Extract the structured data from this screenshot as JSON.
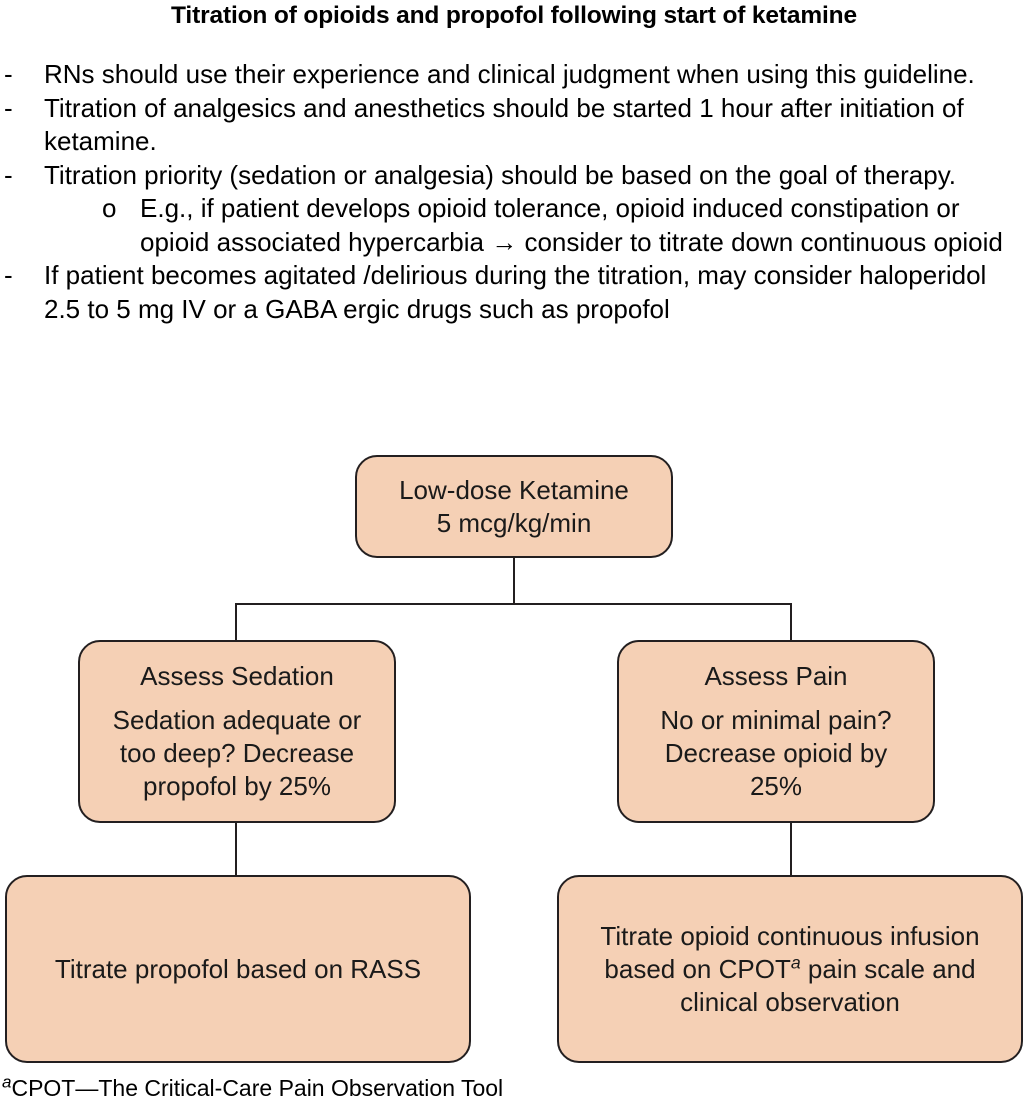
{
  "title": "Titration of opioids and propofol following start of ketamine",
  "bullets": [
    {
      "level": 1,
      "marker": "-",
      "text": "RNs should use their experience and clinical judgment when using this guideline."
    },
    {
      "level": 1,
      "marker": "-",
      "text": "Titration of analgesics and anesthetics should be started 1 hour after initiation of ketamine."
    },
    {
      "level": 1,
      "marker": "-",
      "text": "Titration priority (sedation or analgesia) should be based on the goal of therapy."
    },
    {
      "level": 2,
      "marker": "o",
      "text": "E.g., if patient develops opioid tolerance, opioid induced constipation or opioid associated hypercarbia → consider to titrate down continuous opioid"
    },
    {
      "level": 1,
      "marker": "-",
      "text": "If patient becomes agitated /delirious during the titration, may consider haloperidol 2.5 to 5 mg IV or a GABA ergic drugs such as propofol"
    }
  ],
  "flowchart": {
    "type": "flowchart",
    "fill_color": "#F5D0B5",
    "border_color": "#231F20",
    "nodes": {
      "top": {
        "line1": "Low-dose Ketamine",
        "line2": "5 mcg/kg/min"
      },
      "mid_left": {
        "heading": "Assess Sedation",
        "line1": "Sedation adequate or",
        "line2": "too deep? Decrease",
        "line3": "propofol by 25%"
      },
      "mid_right": {
        "heading": "Assess Pain",
        "line1": "No or minimal pain?",
        "line2": "Decrease opioid by",
        "line3": "25%"
      },
      "bottom_left": {
        "line1": "Titrate propofol based on RASS"
      },
      "bottom_right": {
        "line1_pre": "Titrate opioid continuous infusion",
        "line2_pre": "based on CPOT",
        "line2_sup": "a",
        "line2_post": " pain scale and",
        "line3": "clinical observation"
      }
    },
    "edges": [
      {
        "from": "top",
        "to": "mid_left"
      },
      {
        "from": "top",
        "to": "mid_right"
      },
      {
        "from": "mid_left",
        "to": "bottom_left"
      },
      {
        "from": "mid_right",
        "to": "bottom_right"
      }
    ]
  },
  "footnote": {
    "marker": "a",
    "text": "CPOT—The Critical-Care Pain Observation Tool"
  }
}
